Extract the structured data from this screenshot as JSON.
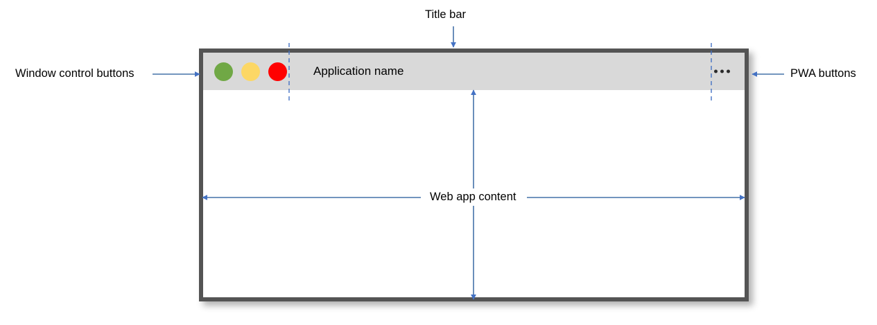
{
  "diagram": {
    "title_bar_label": "Title bar",
    "window_controls_label": "Window control buttons",
    "pwa_buttons_label": "PWA buttons",
    "web_app_content_label": "Web app content"
  },
  "window": {
    "app_name": "Application name",
    "frame_color": "#545454",
    "title_bar_color": "#d9d9d9",
    "content_color": "#ffffff",
    "controls": [
      {
        "name": "minimize",
        "color": "#70a845"
      },
      {
        "name": "maximize",
        "color": "#fcd765"
      },
      {
        "name": "close",
        "color": "#ff0000"
      }
    ],
    "pwa_menu": {
      "icon": "ellipsis-icon",
      "dots": 3,
      "color": "#2b2b2b"
    }
  },
  "annotation": {
    "line_color": "#4472a8",
    "arrow_color": "#4472c4",
    "dashed_color": "#4472c4"
  }
}
